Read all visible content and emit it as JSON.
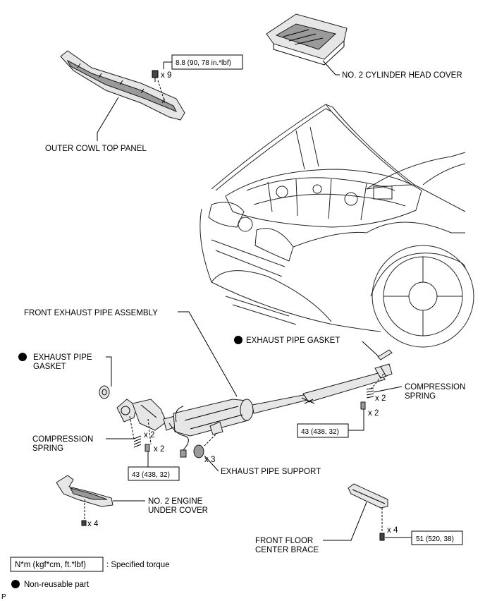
{
  "labels": {
    "cylinder_head_cover": "NO. 2 CYLINDER HEAD COVER",
    "outer_cowl_top_panel": "OUTER COWL TOP PANEL",
    "front_exhaust_pipe_assembly": "FRONT EXHAUST PIPE ASSEMBLY",
    "exhaust_pipe_gasket_rear": "EXHAUST PIPE GASKET",
    "exhaust_pipe_gasket_front_1": "EXHAUST PIPE",
    "exhaust_pipe_gasket_front_2": "GASKET",
    "compression_spring_front_1": "COMPRESSION",
    "compression_spring_front_2": "SPRING",
    "compression_spring_rear_1": "COMPRESSION",
    "compression_spring_rear_2": "SPRING",
    "exhaust_pipe_support": "EXHAUST PIPE SUPPORT",
    "engine_under_cover_1": "NO. 2 ENGINE",
    "engine_under_cover_2": "UNDER COVER",
    "front_floor_center_brace_1": "FRONT FLOOR",
    "front_floor_center_brace_2": "CENTER BRACE"
  },
  "torques": {
    "cowl_panel": "8.8 (90, 78 in.*lbf)",
    "front_spring_bolt": "43 (438, 32)",
    "rear_spring_bolt": "43 (438, 32)",
    "center_brace": "51 (520, 38)"
  },
  "quantities": {
    "cowl_clip": "x 9",
    "front_spring": "x 2",
    "front_bolt": "x 2",
    "rear_spring": "x 2",
    "rear_bolt": "x 2",
    "support_hanger": "x 3",
    "under_cover_clip": "x 4",
    "brace_bolt": "x 4"
  },
  "legend": {
    "torque_units": "N*m (kgf*cm, ft.*lbf)",
    "torque_desc": ": Specified torque",
    "non_reusable": "Non-reusable part"
  },
  "figure_code": "P",
  "icons": {
    "non_reusable_marker": "filled-circle-icon",
    "bolt": "bolt-icon",
    "clip": "clip-icon"
  }
}
